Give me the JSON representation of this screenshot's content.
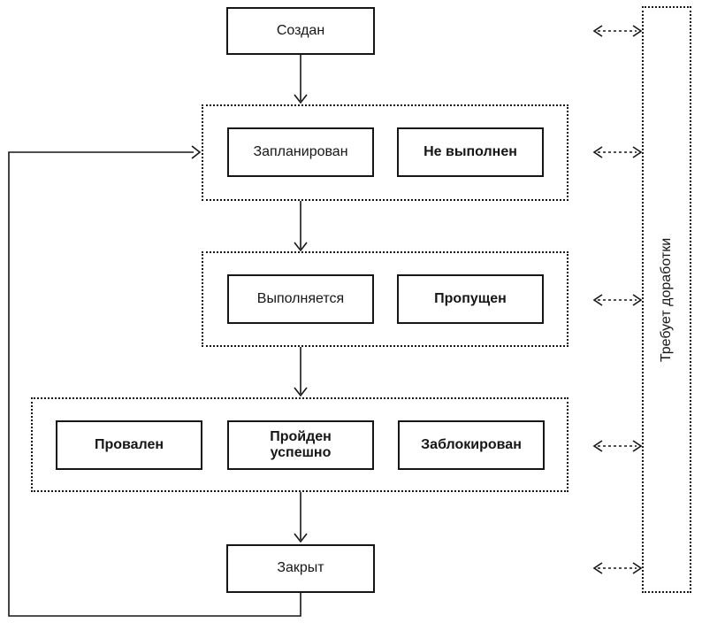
{
  "diagram": {
    "type": "state-flowchart",
    "language": "ru",
    "nodes": {
      "created": "Создан",
      "planned": "Запланирован",
      "not_executed": "Не выполнен",
      "executing": "Выполняется",
      "skipped": "Пропущен",
      "failed": "Провален",
      "passed": "Пройден успешно",
      "blocked": "Заблокирован",
      "closed": "Закрыт",
      "needs_rework": "Требует доработки"
    },
    "groups": [
      {
        "name": "planned-group",
        "members": [
          "Запланирован",
          "Не выполнен"
        ]
      },
      {
        "name": "executing-group",
        "members": [
          "Выполняется",
          "Пропущен"
        ]
      },
      {
        "name": "result-group",
        "members": [
          "Провален",
          "Пройден успешно",
          "Заблокирован"
        ]
      }
    ],
    "edges": [
      {
        "from": "Создан",
        "to": "planned-group",
        "style": "solid-arrow"
      },
      {
        "from": "planned-group",
        "to": "executing-group",
        "style": "solid-arrow"
      },
      {
        "from": "executing-group",
        "to": "result-group",
        "style": "solid-arrow"
      },
      {
        "from": "result-group",
        "to": "Закрыт",
        "style": "solid-arrow"
      },
      {
        "from": "Закрыт",
        "to": "planned-group",
        "style": "solid-arrow-feedback-loop"
      },
      {
        "from": "Создан",
        "to": "Требует доработки",
        "style": "dashed-double-arrow"
      },
      {
        "from": "planned-group",
        "to": "Требует доработки",
        "style": "dashed-double-arrow"
      },
      {
        "from": "executing-group",
        "to": "Требует доработки",
        "style": "dashed-double-arrow"
      },
      {
        "from": "result-group",
        "to": "Требует доработки",
        "style": "dashed-double-arrow"
      },
      {
        "from": "Закрыт",
        "to": "Требует доработки",
        "style": "dashed-double-arrow"
      }
    ],
    "colors": {
      "stroke": "#161616",
      "background": "#ffffff",
      "text": "#161616"
    }
  }
}
